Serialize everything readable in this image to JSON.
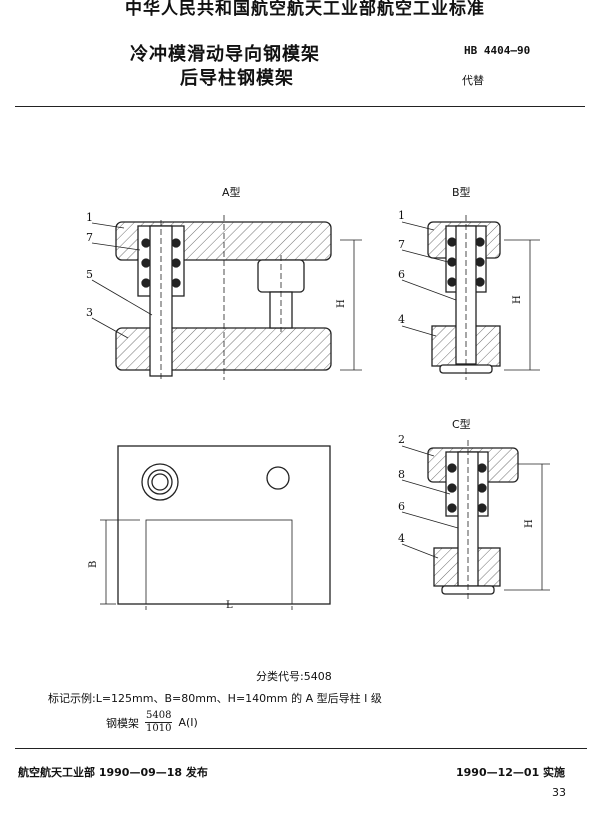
{
  "header": {
    "standard_title": "中华人民共和国航空航天工业部航空工业标准",
    "title_line1": "冷冲模滑动导向钢模架",
    "title_line2": "后导柱钢模架",
    "code": "HB 4404—90",
    "replaces": "代替"
  },
  "figure": {
    "view_a": "A型",
    "view_b": "B型",
    "view_c": "C型",
    "parts_a": [
      "1",
      "7",
      "5",
      "3"
    ],
    "parts_b": [
      "1",
      "7",
      "6",
      "4"
    ],
    "parts_c": [
      "2",
      "8",
      "6",
      "4"
    ],
    "dim_h": "H",
    "dim_b": "B",
    "dim_l": "L"
  },
  "notes": {
    "class_code": "分类代号:5408",
    "example": "标记示例:L=125mm、B=80mm、H=140mm 的 A 型后导柱 I 级",
    "designation_name": "钢模架",
    "designation_num": "5408",
    "designation_den": "1010",
    "designation_suffix": "A(I)"
  },
  "footer": {
    "issuer": "航空航天工业部 1990—09—18 发布",
    "effective": "1990—12—01 实施",
    "page": "33"
  }
}
